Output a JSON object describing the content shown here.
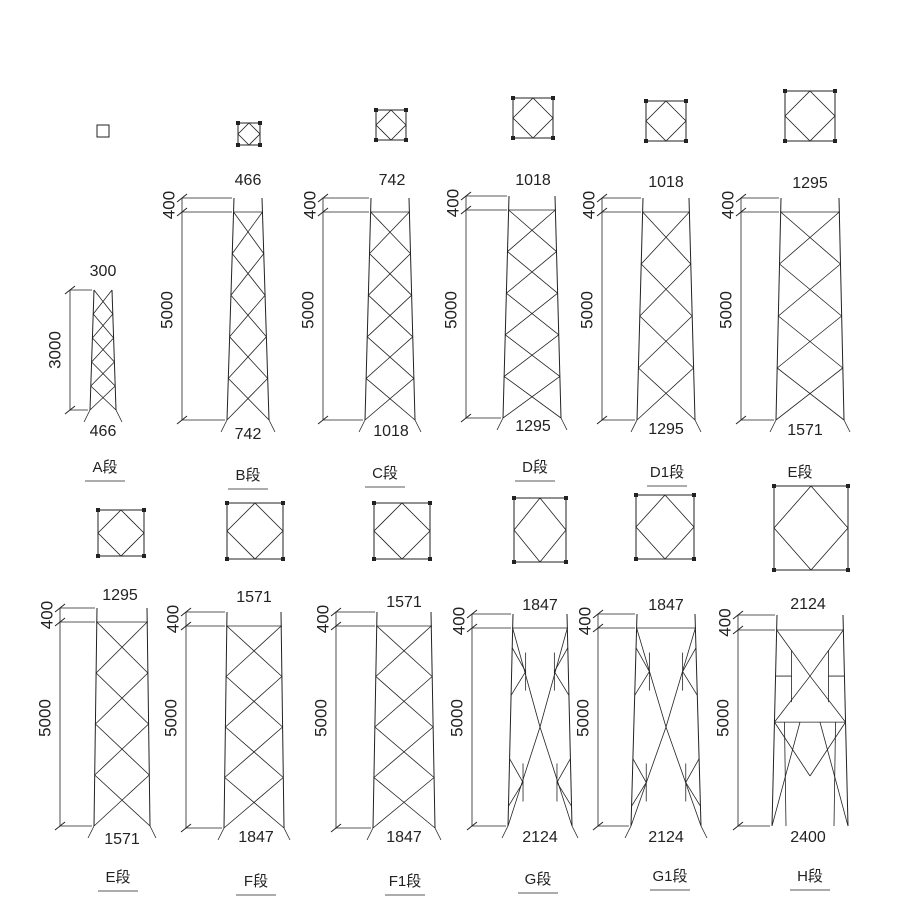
{
  "segments": [
    {
      "id": "A",
      "label": "A段",
      "top_width": "300",
      "bottom_width": "466",
      "height": "3000",
      "cap": null,
      "pattern": "x"
    },
    {
      "id": "B",
      "label": "B段",
      "top_width": "466",
      "bottom_width": "742",
      "height": "5000",
      "cap": "400",
      "pattern": "x"
    },
    {
      "id": "C",
      "label": "C段",
      "top_width": "742",
      "bottom_width": "1018",
      "height": "5000",
      "cap": "400",
      "pattern": "x"
    },
    {
      "id": "D",
      "label": "D段",
      "top_width": "1018",
      "bottom_width": "1295",
      "height": "5000",
      "cap": "400",
      "pattern": "x"
    },
    {
      "id": "D1",
      "label": "D1段",
      "top_width": "1018",
      "bottom_width": "1295",
      "height": "5000",
      "cap": "400",
      "pattern": "x"
    },
    {
      "id": "E_top",
      "label": "E段",
      "top_width": "1295",
      "bottom_width": "1571",
      "height": "5000",
      "cap": "400",
      "pattern": "x"
    },
    {
      "id": "E",
      "label": "E段",
      "top_width": "1295",
      "bottom_width": "1571",
      "height": "5000",
      "cap": "400",
      "pattern": "x"
    },
    {
      "id": "F",
      "label": "F段",
      "top_width": "1571",
      "bottom_width": "1847",
      "height": "5000",
      "cap": "400",
      "pattern": "x"
    },
    {
      "id": "F1",
      "label": "F1段",
      "top_width": "1571",
      "bottom_width": "1847",
      "height": "5000",
      "cap": "400",
      "pattern": "x"
    },
    {
      "id": "G",
      "label": "G段",
      "top_width": "1847",
      "bottom_width": "2124",
      "height": "5000",
      "cap": "400",
      "pattern": "g"
    },
    {
      "id": "G1",
      "label": "G1段",
      "top_width": "1847",
      "bottom_width": "2124",
      "height": "5000",
      "cap": "400",
      "pattern": "g"
    },
    {
      "id": "H",
      "label": "H段",
      "top_width": "2124",
      "bottom_width": "2400",
      "height": "5000",
      "cap": "400",
      "pattern": "h"
    }
  ]
}
